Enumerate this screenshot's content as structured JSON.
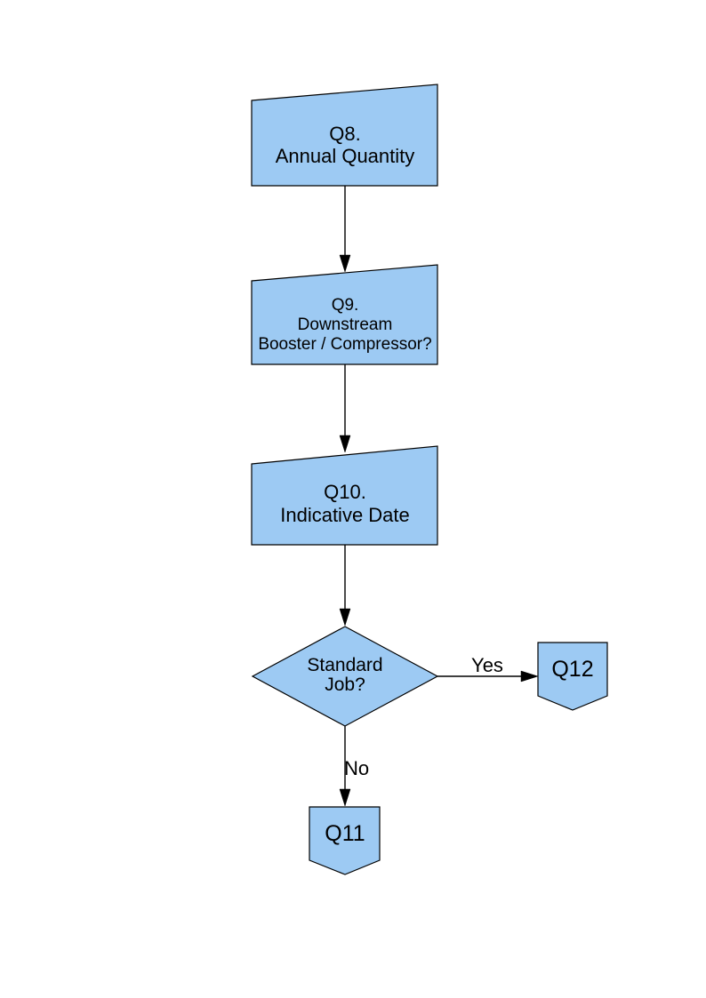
{
  "diagram": {
    "background": "#FFFFFF",
    "shape_fill": "#9DCAF3",
    "shape_stroke": "#000000",
    "text_color": "#000000",
    "nodes": {
      "q8": {
        "line1": "Q8.",
        "line2": "Annual Quantity"
      },
      "q9": {
        "line1": "Q9.",
        "line2": "Downstream",
        "line3": "Booster / Compressor?"
      },
      "q10": {
        "line1": "Q10.",
        "line2": "Indicative Date"
      },
      "decision": {
        "line1": "Standard",
        "line2": "Job?"
      },
      "q12": {
        "label": "Q12"
      },
      "q11": {
        "label": "Q11"
      }
    },
    "edge_labels": {
      "yes": "Yes",
      "no": "No"
    }
  }
}
